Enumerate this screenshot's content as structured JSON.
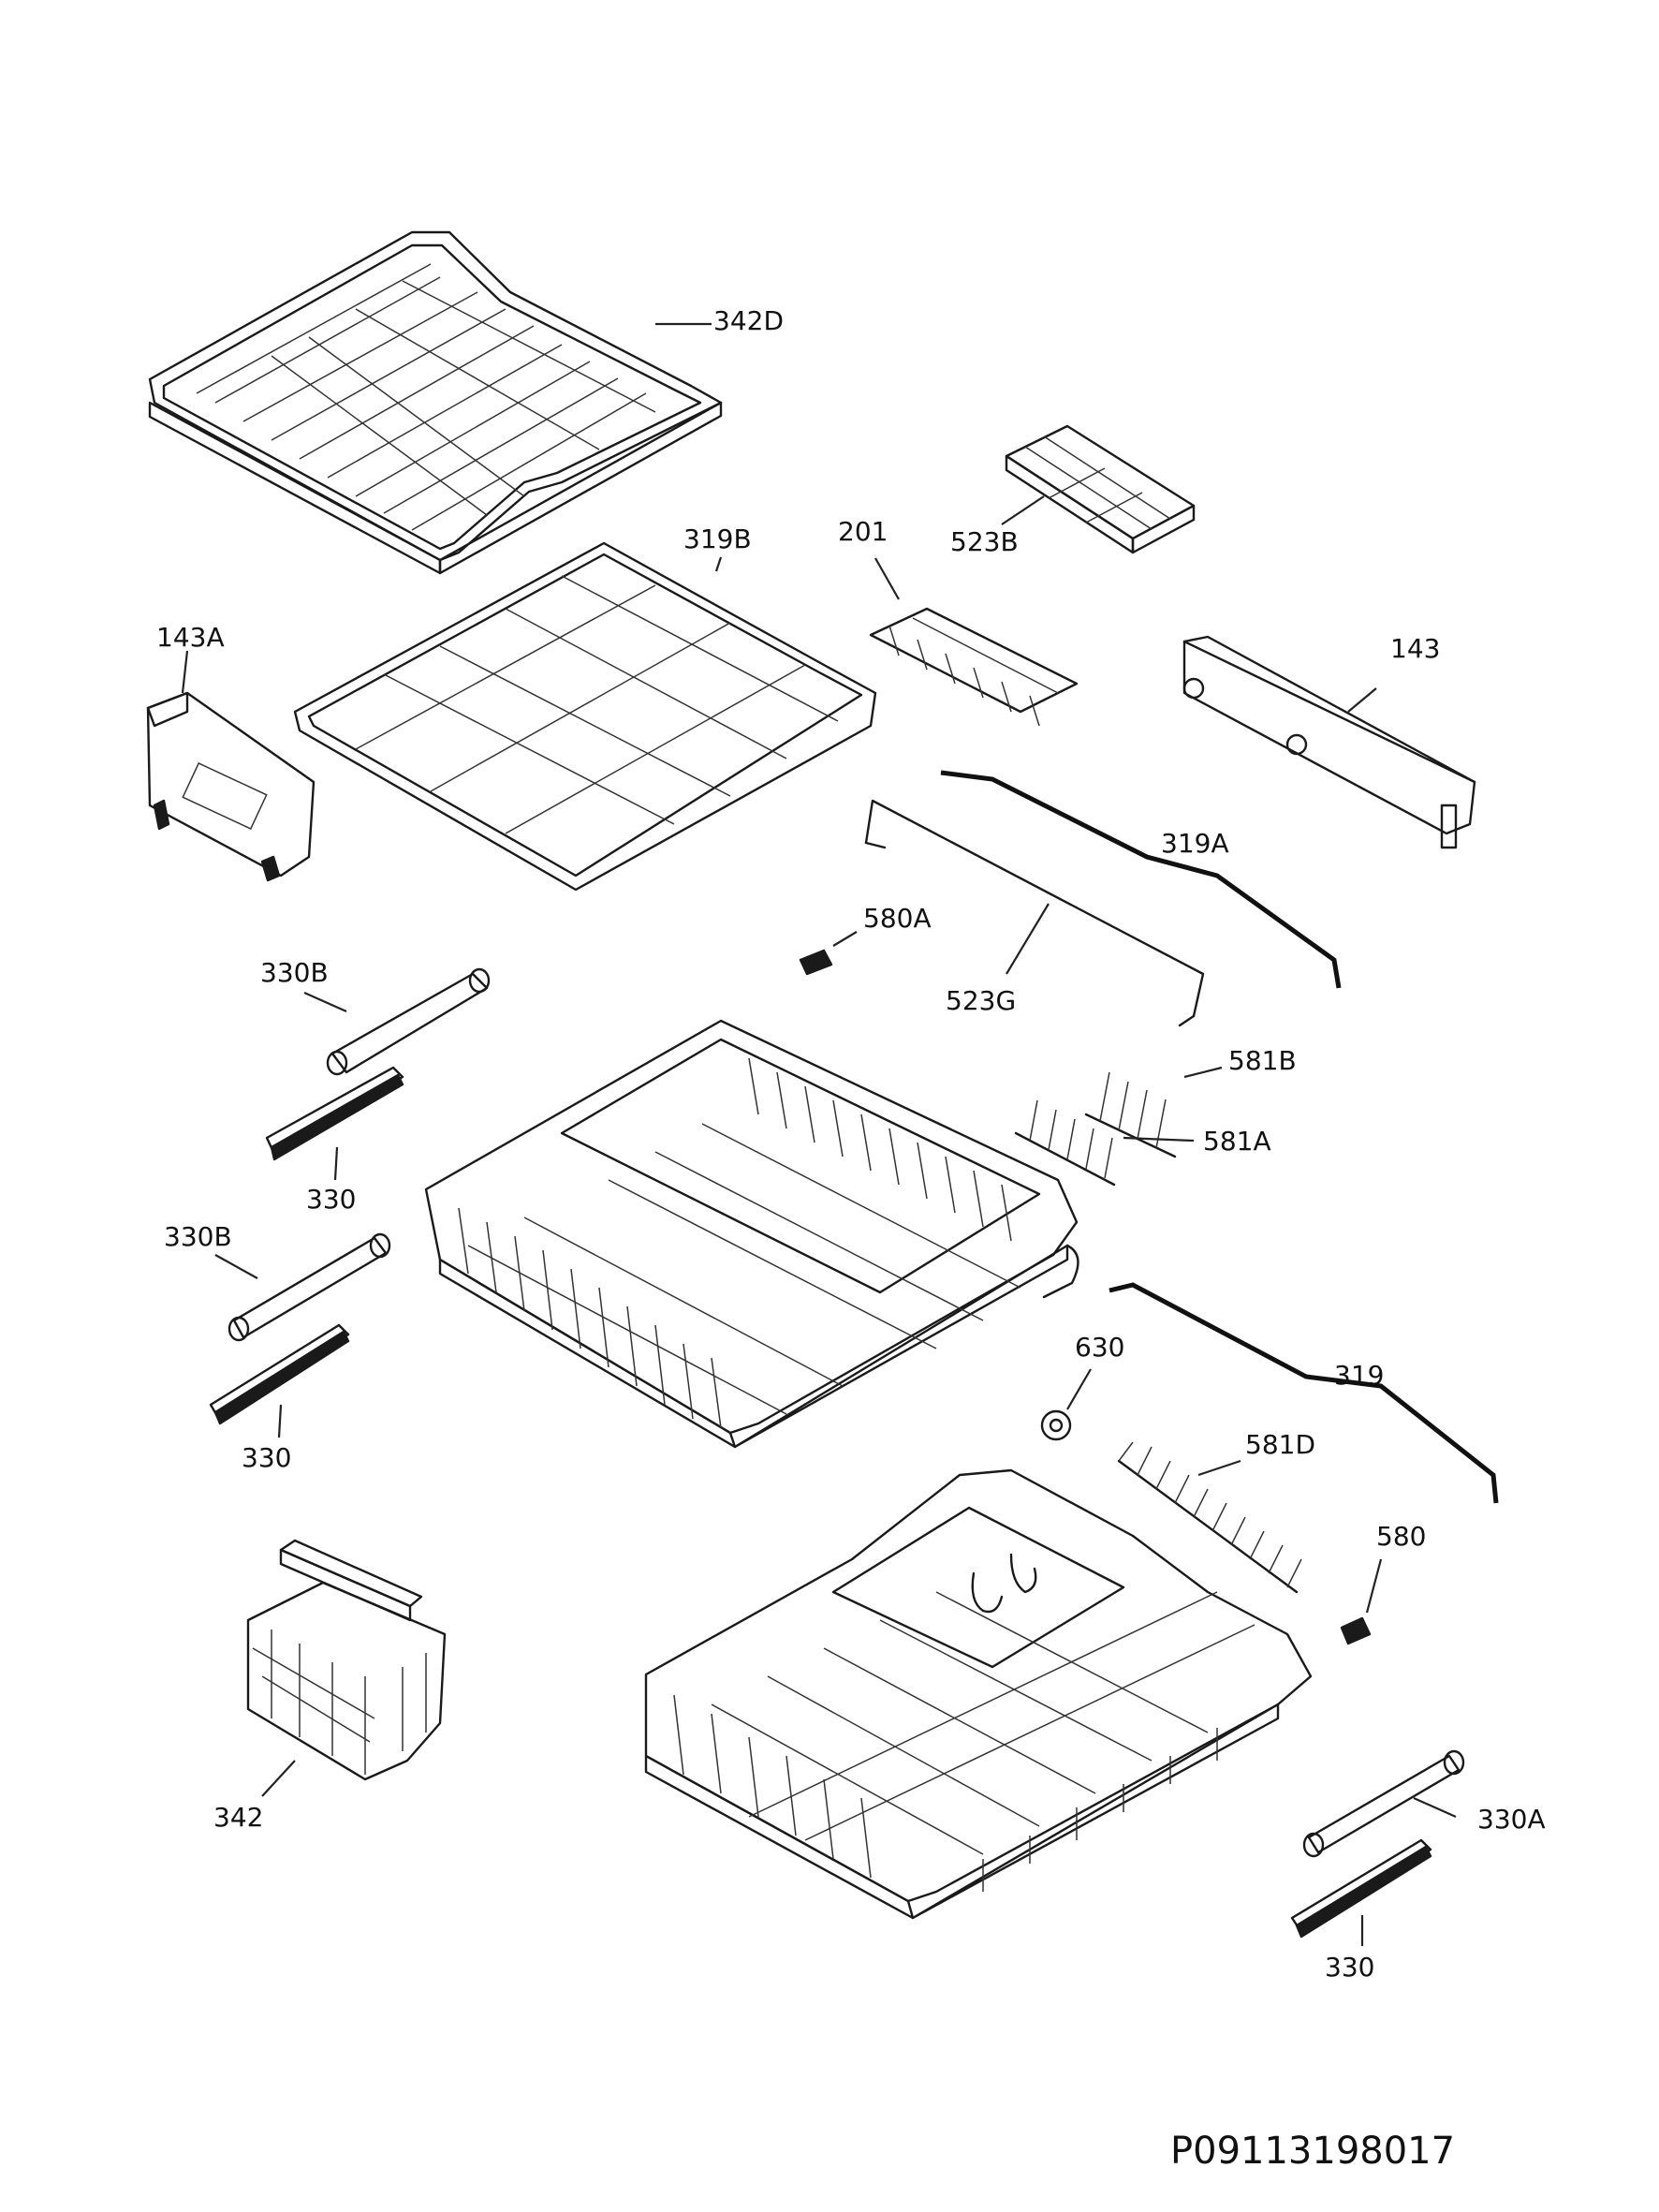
{
  "document_id": "P09113198017",
  "callouts": [
    {
      "id": "342D",
      "text": "342D"
    },
    {
      "id": "523B",
      "text": "523B"
    },
    {
      "id": "319B",
      "text": "319B"
    },
    {
      "id": "201",
      "text": "201"
    },
    {
      "id": "143A",
      "text": "143A"
    },
    {
      "id": "143",
      "text": "143"
    },
    {
      "id": "319A",
      "text": "319A"
    },
    {
      "id": "580A",
      "text": "580A"
    },
    {
      "id": "523G",
      "text": "523G"
    },
    {
      "id": "330B-upper",
      "text": "330B"
    },
    {
      "id": "581B",
      "text": "581B"
    },
    {
      "id": "330-upper",
      "text": "330"
    },
    {
      "id": "581A",
      "text": "581A"
    },
    {
      "id": "330B-lower",
      "text": "330B"
    },
    {
      "id": "630",
      "text": "630"
    },
    {
      "id": "319",
      "text": "319"
    },
    {
      "id": "330-middle",
      "text": "330"
    },
    {
      "id": "581D",
      "text": "581D"
    },
    {
      "id": "580",
      "text": "580"
    },
    {
      "id": "342",
      "text": "342"
    },
    {
      "id": "330A",
      "text": "330A"
    },
    {
      "id": "330-lower",
      "text": "330"
    }
  ]
}
